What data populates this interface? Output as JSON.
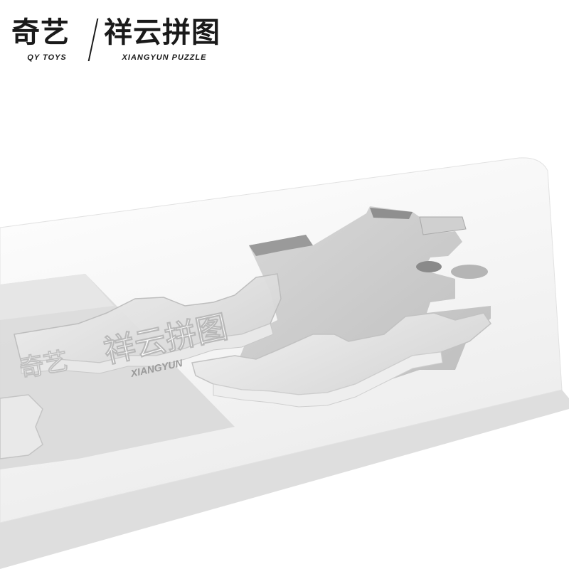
{
  "brand": {
    "left_cn": "奇艺",
    "left_en": "QY TOYS",
    "right_cn": "祥云拼图",
    "right_en": "XIANGYUN  PUZZLE"
  },
  "reflection": {
    "left_cn": "奇艺",
    "right_cn": "祥云拼图",
    "right_en": "XIANGYUN"
  },
  "colors": {
    "tray": "#f4f4f4",
    "tray_edge": "#dcdcdc",
    "cavity": "#c9c9c9",
    "shadow": "#9e9e9e"
  }
}
